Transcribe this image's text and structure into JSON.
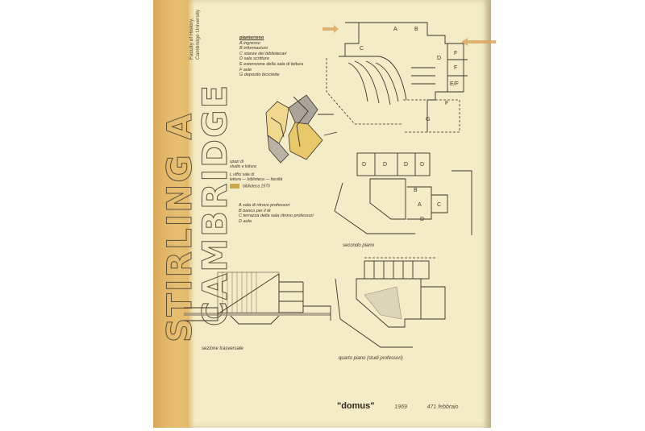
{
  "document": {
    "type": "scanned magazine page",
    "spine_color": "#e2b566",
    "paper_color": "#f4ecc7"
  },
  "title": {
    "line1": "STIRLING A",
    "line2": "CAMBRIDGE",
    "subtitle_line1": "Faculty of History,",
    "subtitle_line2": "Cambridge University"
  },
  "legend": {
    "heading": "pianterreno",
    "items": [
      "A ingresso",
      "B informazioni",
      "C stanze dei bibliotecari",
      "D sala scrittura",
      "E estensione della sala di lettura",
      "F aule",
      "G deposito biciclette"
    ]
  },
  "iso_notes": {
    "line1": "spazi di",
    "line2": "studio e lettura",
    "key1": "L  uffici  sale di",
    "key2": "lettura — biblioteca  — facoltà",
    "swatch_label": "biblioteca  1970"
  },
  "notes": {
    "items": [
      "A sala di ritrovo professori",
      "B banco per il tè",
      "C terrazza della sala ritrovo professori",
      "D aula"
    ]
  },
  "plans": [
    {
      "name": "ground-floor-plan",
      "rooms": [
        "A",
        "B",
        "C",
        "D",
        "E/F",
        "F",
        "F",
        "F",
        "G"
      ]
    },
    {
      "name": "second-floor-plan",
      "caption": "secondo piano",
      "rooms": [
        "D",
        "D",
        "D",
        "D",
        "A",
        "C",
        "D",
        "B"
      ]
    },
    {
      "name": "fourth-floor-plan",
      "caption": "quarto piano (studi professori)"
    }
  ],
  "section": {
    "caption": "sezione trasversale"
  },
  "footer": {
    "magazine": "\"domus\"",
    "year": "1969",
    "issue": "471 febbraio"
  }
}
